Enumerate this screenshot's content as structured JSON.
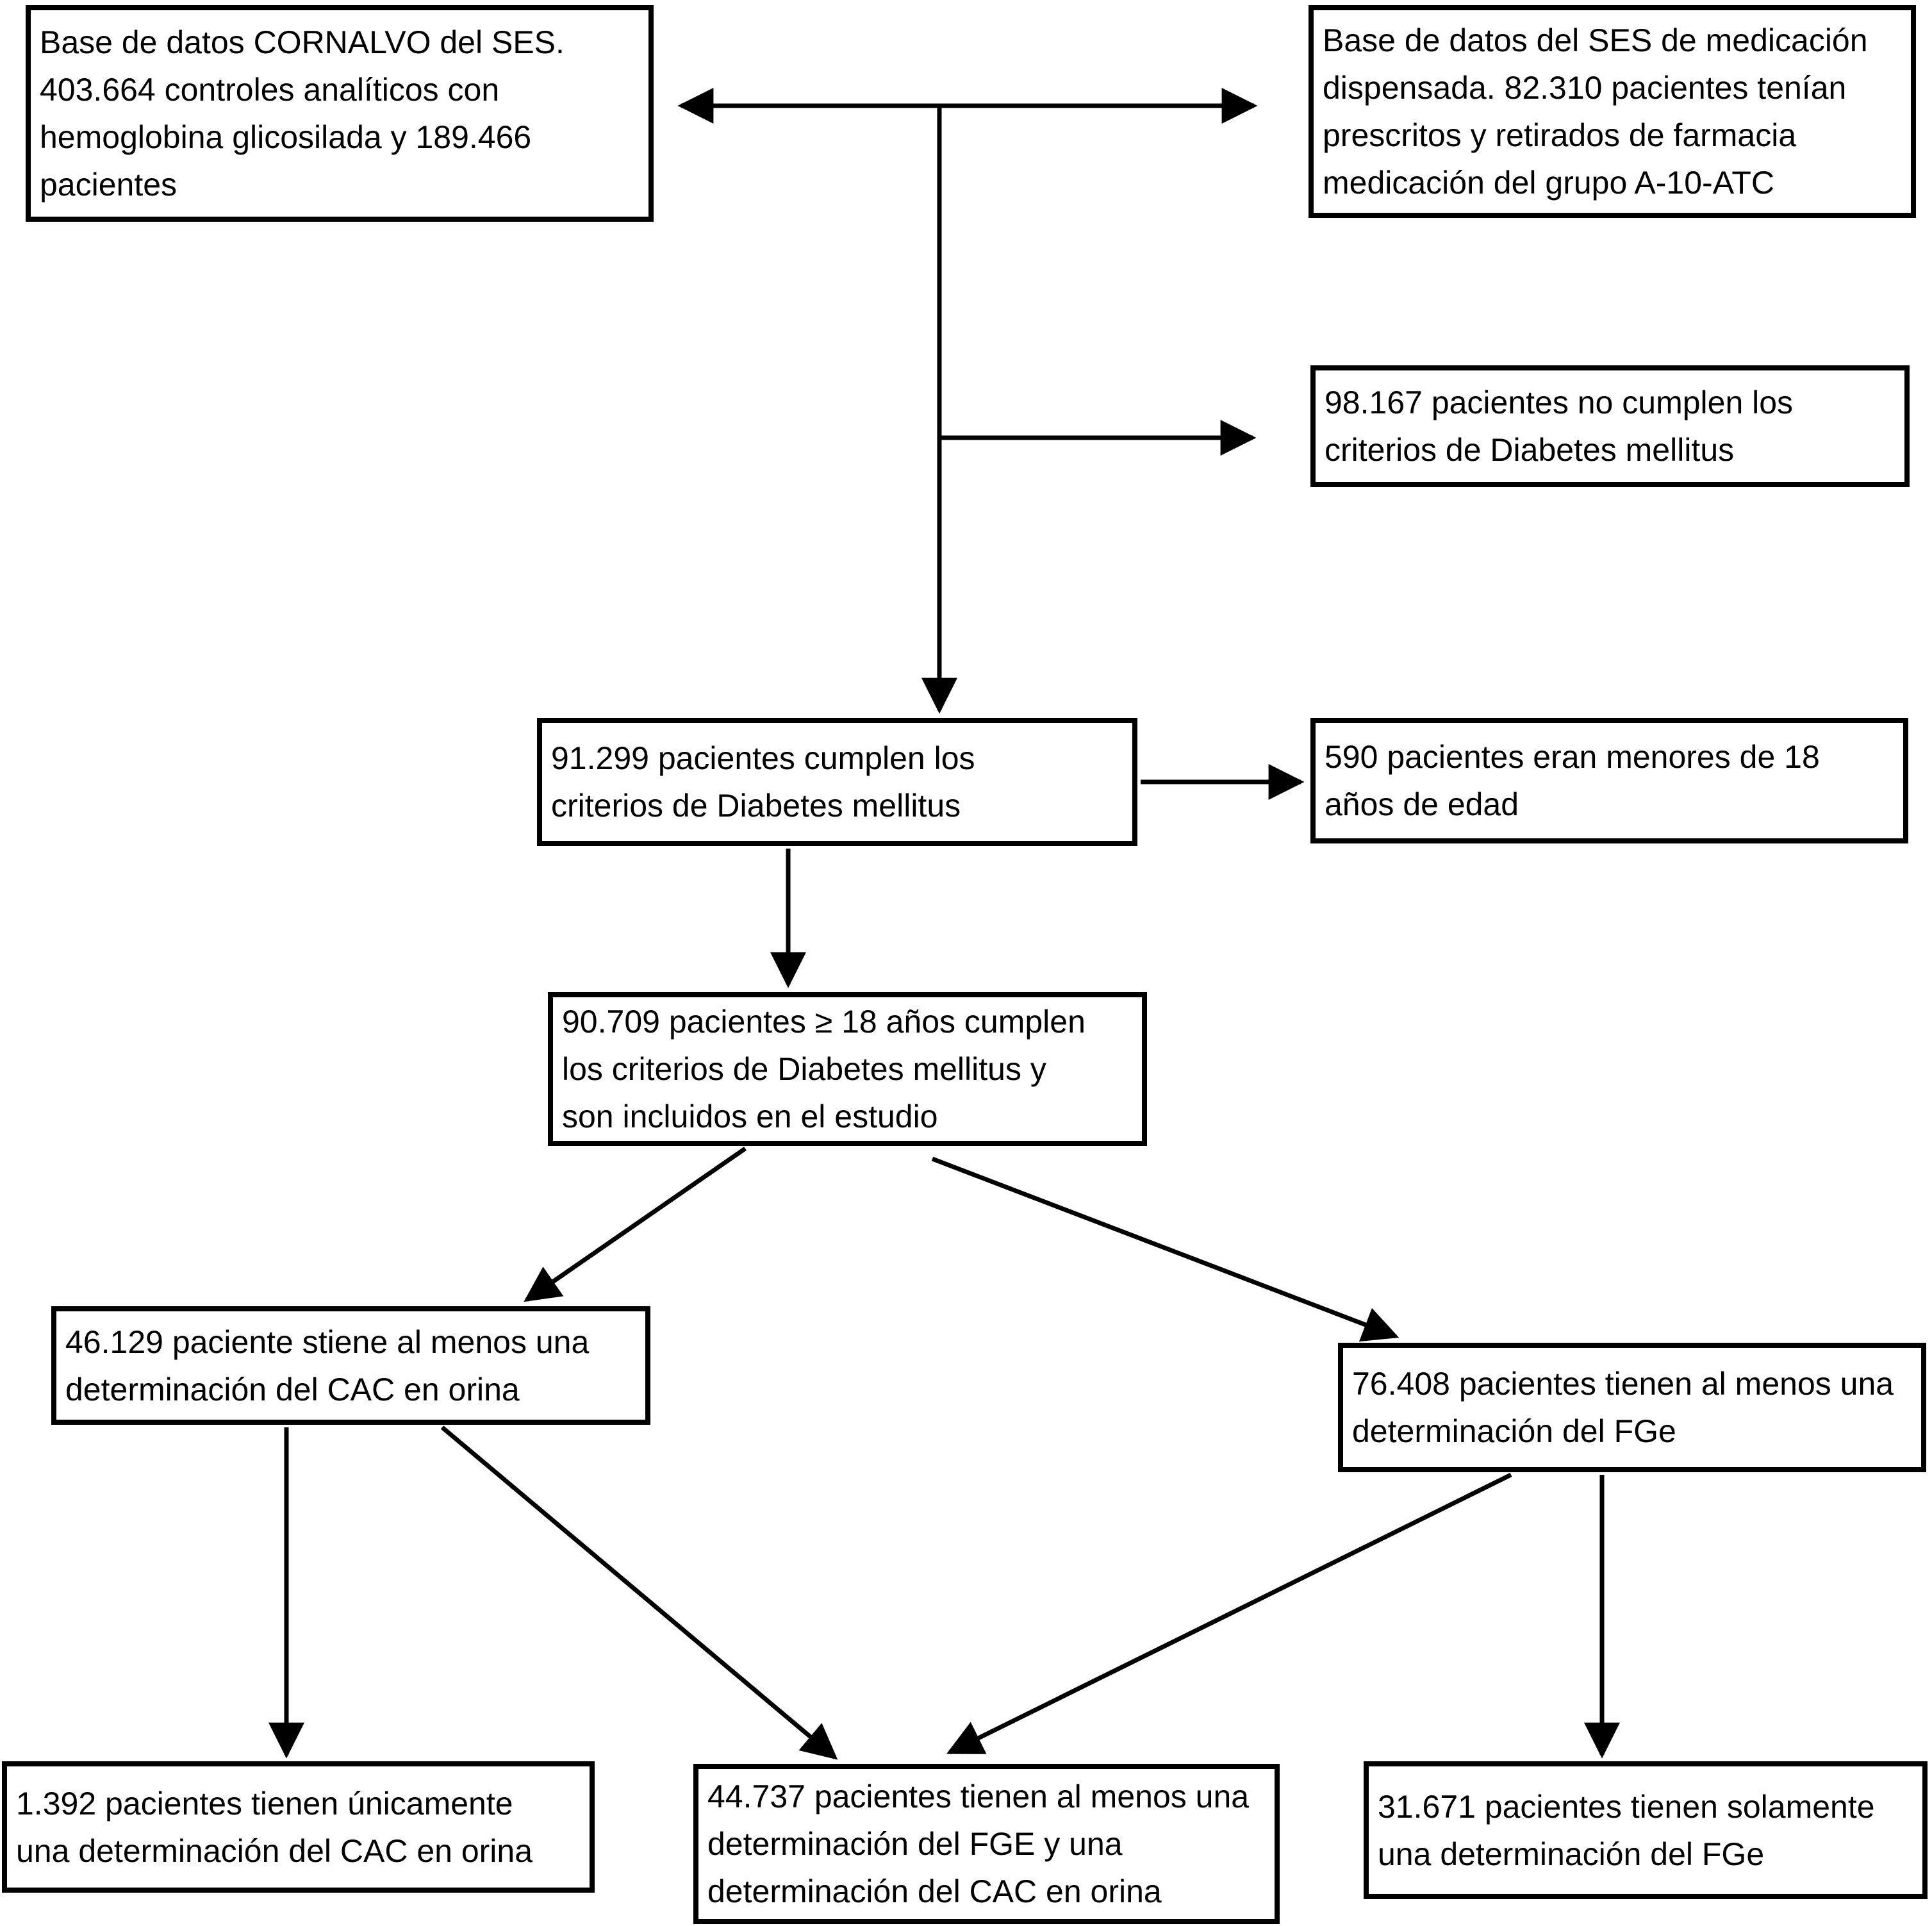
{
  "figure": {
    "background": "#ffffff",
    "line_color": "#000000",
    "text_color": "#000000",
    "description": "Flujograma de selección de pacientes del estudio"
  },
  "boxes": [
    {
      "id": "db-cornalvo",
      "text": "Base de datos CORNALVO del SES.\n403.664 controles analíticos con\nhemoglobina glicosilada y 189.466\npacientes"
    },
    {
      "id": "db-medicacion",
      "text": "Base de datos del SES de medicación\ndispensada. 82.310 pacientes tenían\nprescritos y retirados de farmacia\nmedicación del grupo A-10-ATC"
    },
    {
      "id": "excluidos-no-criterios-dm",
      "text": "98.167 pacientes no cumplen los\ncriterios de Diabetes mellitus"
    },
    {
      "id": "cumplen-criterios-dm",
      "text": "91.299 pacientes cumplen los\ncriterios de Diabetes mellitus"
    },
    {
      "id": "menores-18",
      "text": "590 pacientes eran menores de 18\naños de edad"
    },
    {
      "id": "incluidos-estudio",
      "text": "90.709 pacientes ≥ 18 años cumplen\nlos criterios de Diabetes mellitus y\nson incluidos en el estudio"
    },
    {
      "id": "determinacion-cac",
      "text": "46.129 paciente stiene al menos una\ndeterminación del CAC en orina"
    },
    {
      "id": "determinacion-fge",
      "text": "76.408 pacientes tienen al menos una\ndeterminación del FGe"
    },
    {
      "id": "solo-cac",
      "text": "1.392 pacientes tienen únicamente\nuna determinación del CAC en orina"
    },
    {
      "id": "fge-y-cac",
      "text": "44.737 pacientes tienen al menos una\ndeterminación del FGE y una\ndeterminación del CAC en orina"
    },
    {
      "id": "solo-fge",
      "text": "31.671 pacientes tienen solamente\nuna determinación del FGe"
    }
  ]
}
